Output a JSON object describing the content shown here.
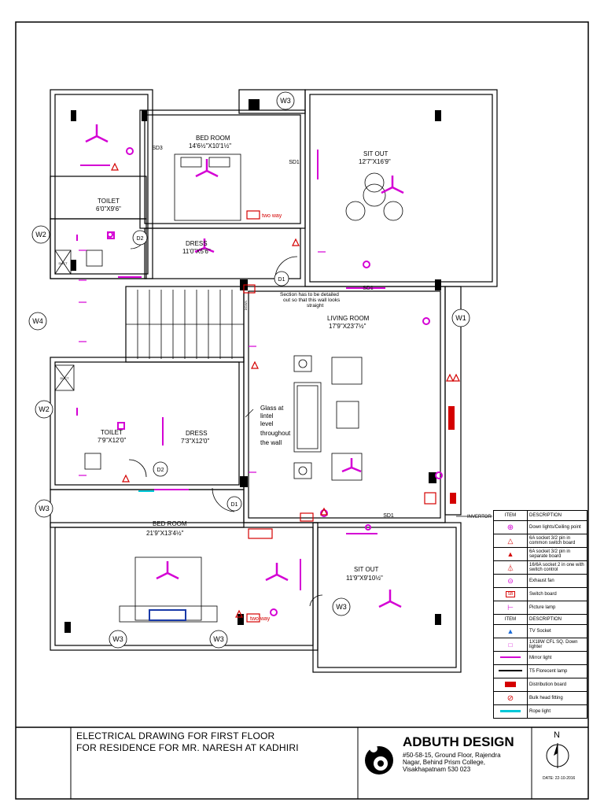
{
  "rooms": {
    "bedroom_top": {
      "name": "BED ROOM",
      "size": "14'6½\"X10'1½\""
    },
    "toilet_top": {
      "name": "TOILET",
      "size": "6'0\"X9'6\""
    },
    "dress_top": {
      "name": "DRESS",
      "size": "11'0\"X5'6\""
    },
    "sitout_top": {
      "name": "SIT OUT",
      "size": "12'7\"X16'9\""
    },
    "living": {
      "name": "LIVING ROOM",
      "size": "17'9\"X23'7½\""
    },
    "toilet_bottom": {
      "name": "TOILET",
      "size": "7'9\"X12'0\""
    },
    "dress_bottom": {
      "name": "DRESS",
      "size": "7'3\"X12'0\""
    },
    "bedroom_bottom": {
      "name": "BED ROOM",
      "size": "21'9\"X13'4½\""
    },
    "sitout_bottom": {
      "name": "SIT OUT",
      "size": "11'9\"X9'10½\""
    }
  },
  "tags": {
    "w3_top": "W3",
    "w2_a": "W2",
    "w4": "W4",
    "w1": "W1",
    "w2_b": "W2",
    "w3_left": "W3",
    "w3_sitout": "W3",
    "w3_bottom_a": "W3",
    "w3_bottom_b": "W3",
    "d2_a": "D2",
    "d2_b": "D2",
    "d1_a": "D1",
    "d1_b": "D1",
    "sd1_a": "SD1",
    "sd1_b": "SD1",
    "sd1_c": "SD1",
    "sd3": "SD3",
    "duct_a": "DUCT",
    "duct_b": "DUCT",
    "down": "DOWN"
  },
  "notes": {
    "section_line1": "Section has to be detailed",
    "section_line2": "out so that this wall looks",
    "section_line3": "straight",
    "glass_line1": "Glass at",
    "glass_line2": "lintel",
    "glass_line3": "level",
    "glass_line4": "throughout",
    "glass_line5": "the wall",
    "two_way_a": "two way",
    "two_way_b": "two way",
    "invertor": "INVERTOR",
    "sb": "SB"
  },
  "legend": {
    "header_item": "ITEM",
    "header_desc": "DESCRIPTION",
    "rows": [
      "Down lights/Ceiling point",
      "6A socket 3/2 pin in common switch board",
      "6A socket 3/2 pin in separate board",
      "16/6A socket 2 in one with switch control",
      "Exhaust fan",
      "Switch board",
      "Picture lamp"
    ],
    "header2_item": "ITEM",
    "header2_desc": "DESCRIPTION",
    "rows2": [
      "TV Socket",
      "1X18W CFL SQ. Down lighter",
      "Mirror light",
      "T5 Florecent lamp",
      "Distribution board",
      "Bulk head fitting",
      "Rope light"
    ]
  },
  "title_block": {
    "line1": "ELECTRICAL DRAWING FOR FIRST FLOOR",
    "line2": "FOR RESIDENCE FOR MR. NARESH AT KADHIRI",
    "brand": "ADBUTH DESIGN",
    "address": "#50-58-15, Ground Floor, Rajendra Nagar, Behind Prism College, Visakhapatnam 530 023",
    "north": "N",
    "date": "DATE: 22-10-2016"
  },
  "colors": {
    "accent": "#d400d4",
    "electrical_red": "#d40000",
    "rope": "#00c8d8"
  }
}
